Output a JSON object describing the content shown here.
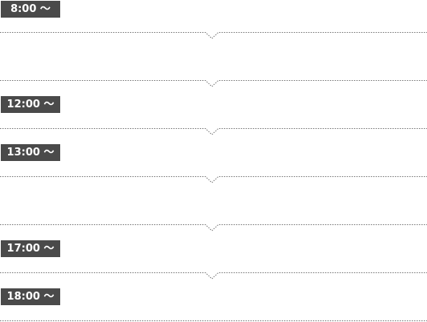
{
  "schedule": {
    "slots": [
      {
        "time": "8:00 〜"
      },
      {
        "time": ""
      },
      {
        "time": "12:00 〜"
      },
      {
        "time": "13:00 〜"
      },
      {
        "time": ""
      },
      {
        "time": "17:00 〜"
      },
      {
        "time": "18:00 〜"
      }
    ],
    "icons": {
      "divider": "dotted-chevron-divider"
    }
  }
}
